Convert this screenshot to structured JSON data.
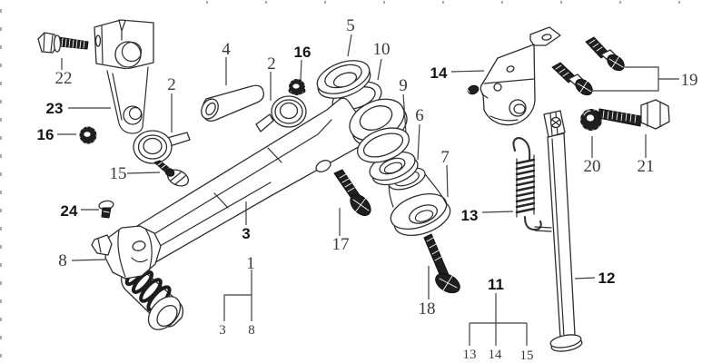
{
  "diagram": {
    "type": "exploded-parts-diagram",
    "subject": "Gear shift lever and side stand parts diagram",
    "colors": {
      "background": "#ffffff",
      "line": "#2d2d2d",
      "dark_part_fill": "#1f1f1f",
      "serif_label": "#3a3a3a",
      "bold_label": "#141414",
      "leader_line": "#3f3f3f"
    }
  },
  "callouts": {
    "c22": "22",
    "c23": "23",
    "c16_left": "16",
    "c15": "15",
    "c24": "24",
    "c8": "8",
    "c2_left": "2",
    "c4": "4",
    "c2_mid": "2",
    "c16_mid": "16",
    "c5": "5",
    "c10": "10",
    "c9": "9",
    "c6": "6",
    "c7": "7",
    "c3": "3",
    "c17": "17",
    "c18": "18",
    "c1": "1",
    "c1_3": "3",
    "c1_8": "8",
    "c14": "14",
    "c19": "19",
    "c20": "20",
    "c21": "21",
    "c13": "13",
    "c12": "12",
    "c11": "11",
    "c11_13": "13",
    "c11_14": "14",
    "c11_15": "15"
  },
  "parts": [
    {
      "callout": "1",
      "name": "gear-shift-lever-assembly"
    },
    {
      "callout": "2",
      "name": "cable-end-eyelet"
    },
    {
      "callout": "3",
      "name": "shift-lever-arm"
    },
    {
      "callout": "4",
      "name": "sleeve-pin"
    },
    {
      "callout": "5",
      "name": "dust-cap"
    },
    {
      "callout": "6",
      "name": "washer"
    },
    {
      "callout": "7",
      "name": "pivot-bushing"
    },
    {
      "callout": "8",
      "name": "lever-pedal-rubber"
    },
    {
      "callout": "9",
      "name": "o-ring-large"
    },
    {
      "callout": "10",
      "name": "o-ring-small"
    },
    {
      "callout": "11",
      "name": "side-stand-assembly"
    },
    {
      "callout": "12",
      "name": "side-stand-bar"
    },
    {
      "callout": "13",
      "name": "return-spring"
    },
    {
      "callout": "14",
      "name": "mounting-plate"
    },
    {
      "callout": "15",
      "name": "hex-bolt-small"
    },
    {
      "callout": "16",
      "name": "flange-nut"
    },
    {
      "callout": "17",
      "name": "countersunk-screw"
    },
    {
      "callout": "18",
      "name": "countersunk-screw"
    },
    {
      "callout": "19",
      "name": "flange-bolt-pair"
    },
    {
      "callout": "20",
      "name": "lock-nut"
    },
    {
      "callout": "21",
      "name": "hex-bolt"
    },
    {
      "callout": "22",
      "name": "long-flange-bolt"
    },
    {
      "callout": "23",
      "name": "clamp-bracket"
    },
    {
      "callout": "24",
      "name": "pin-screw"
    }
  ]
}
